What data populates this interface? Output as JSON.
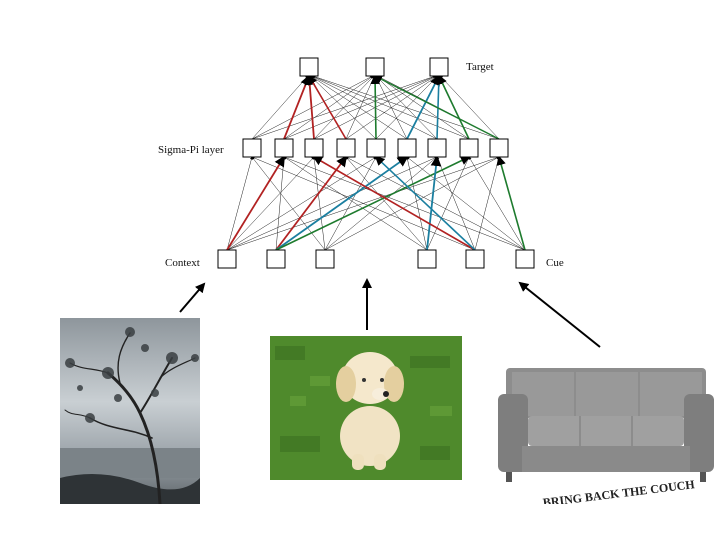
{
  "labels": {
    "target": "Target",
    "sigma_pi_layer": "Sigma-Pi layer",
    "context": "Context",
    "cue": "Cue"
  },
  "couch_caption": "BRING BACK THE COUCH",
  "colors": {
    "red": "#b22222",
    "green": "#1e7b2e",
    "teal": "#1b7fa0",
    "black": "#222222",
    "sky": "#aeb6bc",
    "grass": "#4f8a2c",
    "couch": "#8a8a8a"
  },
  "images": [
    {
      "name": "photo-tree",
      "description_icon": "tree-photo"
    },
    {
      "name": "photo-puppy",
      "description_icon": "puppy-photo"
    },
    {
      "name": "photo-couch",
      "description_icon": "couch-photo"
    }
  ]
}
